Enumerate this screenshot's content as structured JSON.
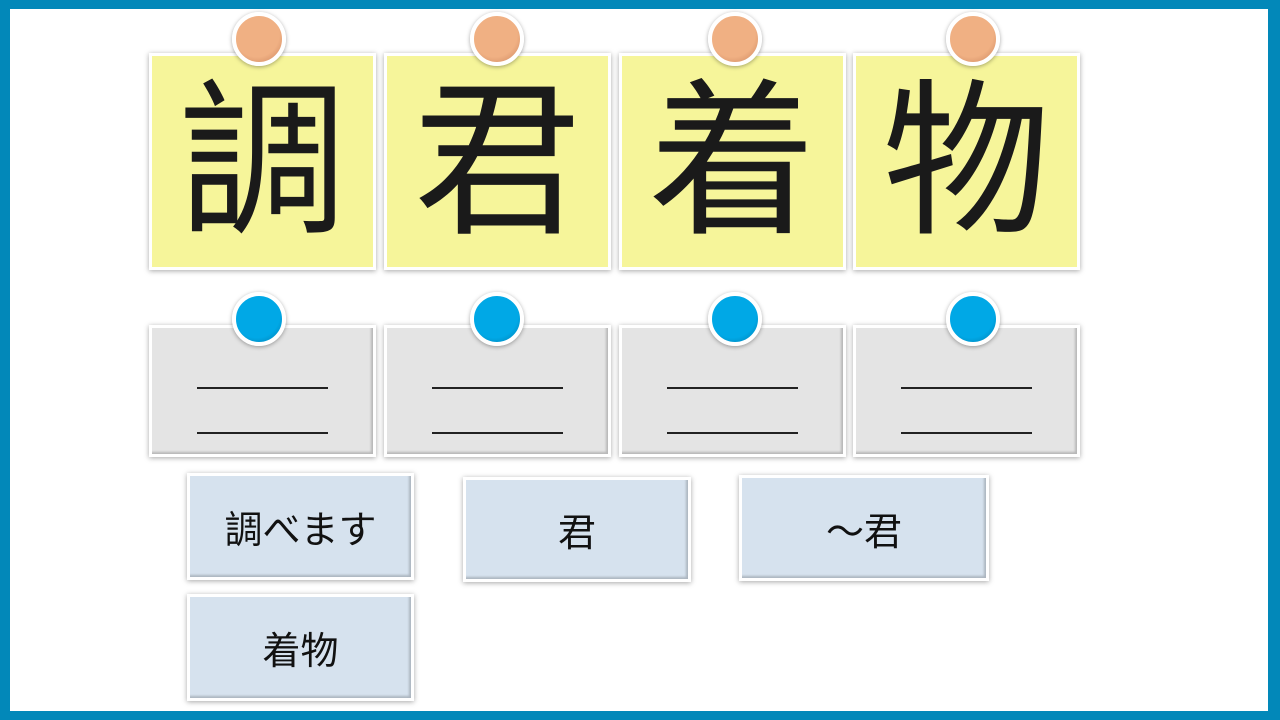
{
  "kanji_cards": [
    "調",
    "君",
    "着",
    "物"
  ],
  "answer_options": [
    "調べます",
    "君",
    "～君",
    "着物"
  ],
  "colors": {
    "frame": "#0288b9",
    "kanji_card": "#f6f59a",
    "blank_card": "#e4e4e4",
    "answer_card": "#d6e2ee",
    "pin_orange": "#f0b083",
    "pin_blue": "#00a8e6"
  }
}
